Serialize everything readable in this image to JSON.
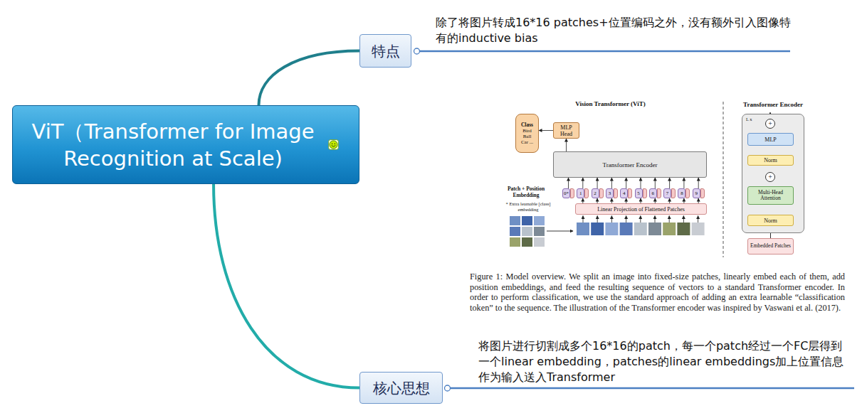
{
  "diagram": {
    "caption": "Figure 1: Model overview. We split an image into fixed-size patches, linearly embed each of them, add position embeddings, and feed the resulting sequence of vectors to a standard Transformer encoder. In order to perform classification, we use the standard approach of adding an extra learnable “classification token” to the sequence. The illustration of the Transformer encoder was inspired by Vaswani et al. (2017).",
    "nodes": [
      {
        "text": [
          "ViT（Transformer for Image Recognition at Scale)"
        ]
      },
      {
        "text": [
          "特点"
        ]
      },
      {
        "text": [
          "核心思想"
        ]
      },
      {
        "text": [
          "Class",
          "Bird Ball Car ..."
        ]
      },
      {
        "text": [
          "MLP Head"
        ]
      },
      {
        "text": [
          "Transformer Encoder"
        ]
      },
      {
        "text": [
          "0*"
        ]
      },
      {
        "text": [
          "1"
        ]
      },
      {
        "text": [
          "2"
        ]
      },
      {
        "text": [
          "3"
        ]
      },
      {
        "text": [
          "4"
        ]
      },
      {
        "text": [
          "5"
        ]
      },
      {
        "text": [
          "6"
        ]
      },
      {
        "text": [
          "7"
        ]
      },
      {
        "text": [
          "8"
        ]
      },
      {
        "text": [
          "9"
        ]
      },
      {
        "text": [
          "Linear Projection of Flattened Patches"
        ]
      },
      {
        "text": [
          "Transformer Encoder",
          "L x"
        ]
      },
      {
        "text": [
          "+"
        ],
        "in": 17
      },
      {
        "text": [
          "MLP"
        ],
        "in": 17
      },
      {
        "text": [
          "Norm"
        ],
        "in": 17
      },
      {
        "text": [
          "+"
        ],
        "in": 17
      },
      {
        "text": [
          "Multi-Head Attention"
        ],
        "in": 17
      },
      {
        "text": [
          "Norm"
        ],
        "in": 17
      },
      {
        "text": [
          "Embedded Patches"
        ]
      }
    ],
    "edges": [
      {
        "from": 0,
        "to": 1,
        "arrow": "none"
      },
      {
        "from": 0,
        "to": 2,
        "arrow": "none"
      },
      {
        "from": 4,
        "to": 3,
        "arrow": "to"
      },
      {
        "from": 5,
        "to": 4,
        "arrow": "to"
      },
      {
        "from": 6,
        "to": 5,
        "arrow": "to"
      },
      {
        "from": 7,
        "to": 5,
        "arrow": "to"
      },
      {
        "from": 8,
        "to": 5,
        "arrow": "to"
      },
      {
        "from": 9,
        "to": 5,
        "arrow": "to"
      },
      {
        "from": 10,
        "to": 5,
        "arrow": "to"
      },
      {
        "from": 11,
        "to": 5,
        "arrow": "to"
      },
      {
        "from": 12,
        "to": 5,
        "arrow": "to"
      },
      {
        "from": 13,
        "to": 5,
        "arrow": "to"
      },
      {
        "from": 14,
        "to": 5,
        "arrow": "to"
      },
      {
        "from": 15,
        "to": 5,
        "arrow": "to"
      },
      {
        "from": 16,
        "to": 7,
        "arrow": "to"
      },
      {
        "from": 16,
        "to": 8,
        "arrow": "to"
      },
      {
        "from": 16,
        "to": 9,
        "arrow": "to"
      },
      {
        "from": 16,
        "to": 10,
        "arrow": "to"
      },
      {
        "from": 16,
        "to": 11,
        "arrow": "to"
      },
      {
        "from": 16,
        "to": 12,
        "arrow": "to"
      },
      {
        "from": 16,
        "to": 13,
        "arrow": "to"
      },
      {
        "from": 16,
        "to": 14,
        "arrow": "to"
      },
      {
        "from": 16,
        "to": 15,
        "arrow": "to"
      },
      {
        "from": 24,
        "to": 23,
        "arrow": "to"
      },
      {
        "from": 24,
        "to": 21,
        "arrow": "to"
      },
      {
        "from": 23,
        "to": 22,
        "arrow": "to"
      },
      {
        "from": 22,
        "to": 21,
        "arrow": "to"
      },
      {
        "from": 21,
        "to": 20,
        "arrow": "to"
      },
      {
        "from": 21,
        "to": 18,
        "arrow": "to"
      },
      {
        "from": 20,
        "to": 19,
        "arrow": "to"
      },
      {
        "from": 19,
        "to": 18,
        "arrow": "to"
      }
    ],
    "labels": [
      "除了将图片转成16*16 patches+位置编码之外，没有额外引入图像特有的inductive bias",
      "将图片进行切割成多个16*16的patch，每一个patch经过一个FC层得到一个linear embedding，patches的linear embeddings加上位置信息作为输入送入Transformer",
      "Vision Transformer (ViT)",
      "Patch + Position Embedding",
      "* Extra learnable [class] embedding"
    ]
  }
}
